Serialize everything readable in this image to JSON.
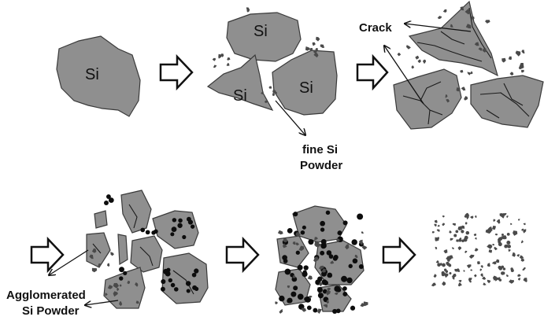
{
  "labels": {
    "si_main": "Si",
    "si_top": "Si",
    "si_left": "Si",
    "si_right": "Si",
    "fine_line1": "fine Si",
    "fine_line2": "Powder",
    "crack": "Crack",
    "agglo_line1": "Agglomerated",
    "agglo_line2": "Si Powder"
  },
  "colors": {
    "silicon": "#8f8f8f",
    "powder_dark": "#4a4a4a",
    "powder_black": "#0d0d0d",
    "crack_line": "#1a1a1a",
    "arrow_fill": "#ffffff",
    "arrow_outline": "#111111"
  },
  "icons": [
    "process-arrow-icon"
  ]
}
